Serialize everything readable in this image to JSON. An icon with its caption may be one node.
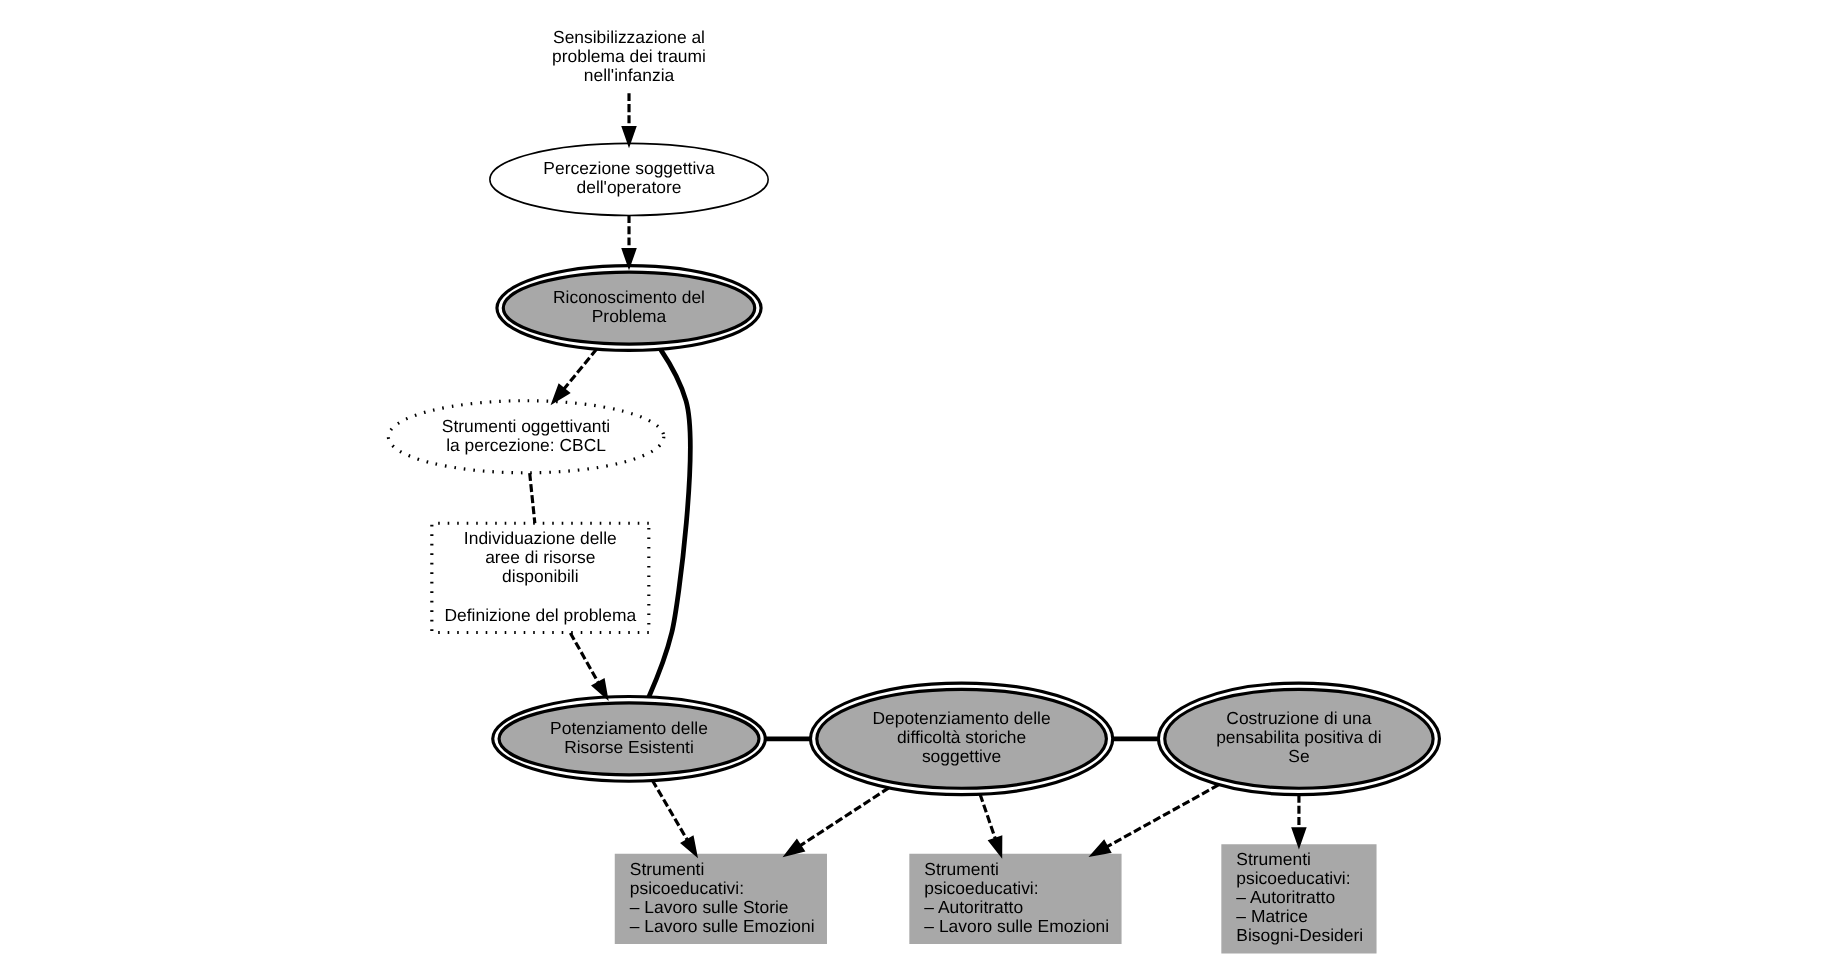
{
  "diagram": {
    "nodes": [
      {
        "text": [
          "Sensibilizzazione al problema dei traumi nell'infanzia"
        ]
      },
      {
        "text": [
          "Percezione soggettiva dell'operatore"
        ]
      },
      {
        "text": [
          "Riconoscimento del Problema"
        ]
      },
      {
        "text": [
          "Strumenti oggettivanti la percezione: CBCL"
        ]
      },
      {
        "text": [
          "Individuazione delle aree di risorse disponibili",
          "Definizione del problema"
        ]
      },
      {
        "text": [
          "Potenziamento delle Risorse Esistenti"
        ]
      },
      {
        "text": [
          "Depotenziamento delle difficoltà storiche soggettive"
        ]
      },
      {
        "text": [
          "Costruzione di una pensabilita positiva di Se"
        ]
      },
      {
        "text": [
          "Strumenti psicoeducativi:",
          "– Lavoro sulle Storie",
          "– Lavoro sulle Emozioni"
        ]
      },
      {
        "text": [
          "Strumenti psicoeducativi:",
          "– Autoritratto",
          "– Lavoro sulle Emozioni"
        ]
      },
      {
        "text": [
          "Strumenti psicoeducativi:",
          "– Autoritratto",
          "– Matrice Bisogni-Desideri"
        ]
      }
    ],
    "edges": [
      {
        "from": 0,
        "to": 1,
        "arrow": "to",
        "style": "dashed"
      },
      {
        "from": 1,
        "to": 2,
        "arrow": "to",
        "style": "dashed"
      },
      {
        "from": 2,
        "to": 3,
        "arrow": "to",
        "style": "dashed"
      },
      {
        "from": 3,
        "to": 4,
        "arrow": "none",
        "style": "dashed"
      },
      {
        "from": 4,
        "to": 5,
        "arrow": "to",
        "style": "dashed"
      },
      {
        "from": 2,
        "to": 5,
        "arrow": "none"
      },
      {
        "from": 5,
        "to": 6,
        "arrow": "none"
      },
      {
        "from": 6,
        "to": 7,
        "arrow": "none"
      },
      {
        "from": 5,
        "to": 8,
        "arrow": "to",
        "style": "dashed"
      },
      {
        "from": 6,
        "to": 8,
        "arrow": "to",
        "style": "dashed"
      },
      {
        "from": 6,
        "to": 9,
        "arrow": "to",
        "style": "dashed"
      },
      {
        "from": 7,
        "to": 9,
        "arrow": "to",
        "style": "dashed"
      },
      {
        "from": 7,
        "to": 10,
        "arrow": "to",
        "style": "dashed"
      }
    ]
  }
}
